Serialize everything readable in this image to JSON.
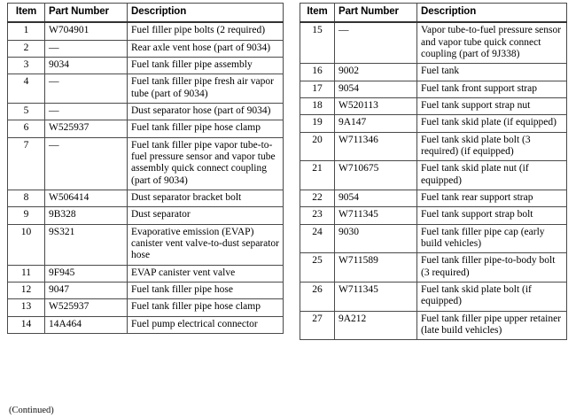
{
  "document": {
    "footer_note": "(Continued)",
    "text_color": "#000000",
    "border_color": "#4a4a4a",
    "background": "#ffffff"
  },
  "tables": [
    {
      "id": "left",
      "headers": {
        "item": "Item",
        "part_number": "Part Number",
        "description": "Description"
      },
      "rows": [
        {
          "item": "1",
          "part_number": "W704901",
          "description": "Fuel filler pipe bolts (2 required)"
        },
        {
          "item": "2",
          "part_number": "—",
          "description": "Rear axle vent hose (part of 9034)"
        },
        {
          "item": "3",
          "part_number": "9034",
          "description": "Fuel tank filler pipe assembly"
        },
        {
          "item": "4",
          "part_number": "—",
          "description": "Fuel tank filler pipe fresh air vapor tube (part of 9034)"
        },
        {
          "item": "5",
          "part_number": "—",
          "description": "Dust separator hose (part of 9034)"
        },
        {
          "item": "6",
          "part_number": "W525937",
          "description": "Fuel tank filler pipe hose clamp"
        },
        {
          "item": "7",
          "part_number": "—",
          "description": "Fuel tank filler pipe vapor tube-to-fuel pressure sensor and vapor tube assembly quick connect coupling (part of 9034)"
        },
        {
          "item": "8",
          "part_number": "W506414",
          "description": "Dust separator bracket bolt"
        },
        {
          "item": "9",
          "part_number": "9B328",
          "description": "Dust separator"
        },
        {
          "item": "10",
          "part_number": "9S321",
          "description": "Evaporative emission (EVAP) canister vent valve-to-dust separator hose"
        },
        {
          "item": "11",
          "part_number": "9F945",
          "description": "EVAP canister vent valve"
        },
        {
          "item": "12",
          "part_number": "9047",
          "description": "Fuel tank filler pipe hose"
        },
        {
          "item": "13",
          "part_number": "W525937",
          "description": "Fuel tank filler pipe hose clamp"
        },
        {
          "item": "14",
          "part_number": "14A464",
          "description": "Fuel pump electrical connector"
        }
      ]
    },
    {
      "id": "right",
      "headers": {
        "item": "Item",
        "part_number": "Part Number",
        "description": "Description"
      },
      "rows": [
        {
          "item": "15",
          "part_number": "—",
          "description": "Vapor tube-to-fuel pressure sensor and vapor tube quick connect coupling (part of 9J338)"
        },
        {
          "item": "16",
          "part_number": "9002",
          "description": "Fuel tank"
        },
        {
          "item": "17",
          "part_number": "9054",
          "description": "Fuel tank front support strap"
        },
        {
          "item": "18",
          "part_number": "W520113",
          "description": "Fuel tank support strap nut"
        },
        {
          "item": "19",
          "part_number": "9A147",
          "description": "Fuel tank skid plate (if equipped)"
        },
        {
          "item": "20",
          "part_number": "W711346",
          "description": "Fuel tank skid plate bolt (3 required) (if equipped)"
        },
        {
          "item": "21",
          "part_number": "W710675",
          "description": "Fuel tank skid plate nut (if equipped)"
        },
        {
          "item": "22",
          "part_number": "9054",
          "description": "Fuel tank rear support strap"
        },
        {
          "item": "23",
          "part_number": "W711345",
          "description": "Fuel tank support strap bolt"
        },
        {
          "item": "24",
          "part_number": "9030",
          "description": "Fuel tank filler pipe cap (early build vehicles)"
        },
        {
          "item": "25",
          "part_number": "W711589",
          "description": "Fuel tank filler pipe-to-body bolt (3 required)"
        },
        {
          "item": "26",
          "part_number": "W711345",
          "description": "Fuel tank skid plate bolt (if equipped)"
        },
        {
          "item": "27",
          "part_number": "9A212",
          "description": "Fuel tank filler pipe upper retainer (late build vehicles)"
        }
      ]
    }
  ]
}
